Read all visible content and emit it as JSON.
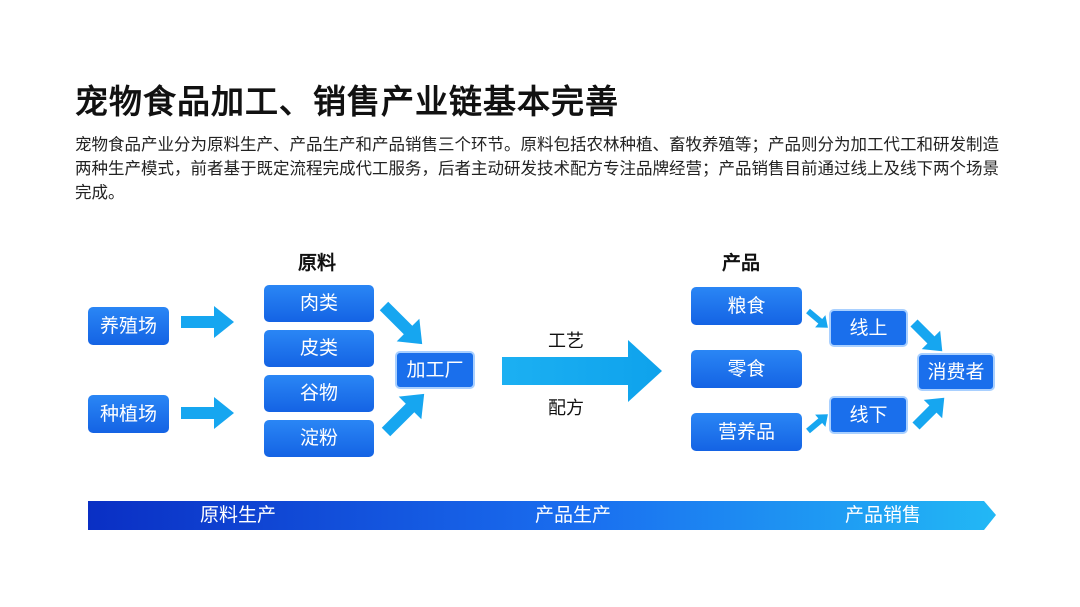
{
  "page": {
    "title": "宠物食品加工、销售产业链基本完善",
    "description": "宠物食品产业分为原料生产、产品生产和产品销售三个环节。原料包括农林种植、畜牧养殖等；产品则分为加工代工和研发制造两种生产模式，前者基于既定流程完成代工服务，后者主动研发技术配方专注品牌经营；产品销售目前通过线上及线下两个场景完成。"
  },
  "diagram": {
    "section_raw": "原料",
    "section_product": "产品",
    "sources": [
      "养殖场",
      "种植场"
    ],
    "materials": [
      "肉类",
      "皮类",
      "谷物",
      "淀粉"
    ],
    "factory": "加工厂",
    "process_top": "工艺",
    "process_bottom": "配方",
    "products": [
      "粮食",
      "零食",
      "营养品"
    ],
    "channels": [
      "线上",
      "线下"
    ],
    "consumer": "消费者"
  },
  "stages": [
    "原料生产",
    "产品生产",
    "产品销售"
  ],
  "colors": {
    "box_blue": "#1a6fec",
    "arrow_cyan": "#16a6f0",
    "band_start": "#0a2fc4",
    "band_end": "#22b8f5"
  }
}
